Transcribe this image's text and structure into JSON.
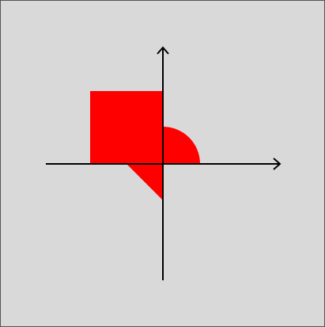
{
  "colors": {
    "background": "#d9d9d9",
    "border": "#555555",
    "axis": "#000000",
    "region_fill": "#ff0000"
  },
  "diagram": {
    "description_kind": "red region plotted on cartesian axes",
    "axis_arrows": [
      "x-axis-arrow",
      "y-axis-arrow"
    ],
    "quadrant_shapes": [
      "square-in-quadrant-ii",
      "quarter-circle-in-quadrant-i",
      "triangle-in-quadrant-iii"
    ]
  }
}
